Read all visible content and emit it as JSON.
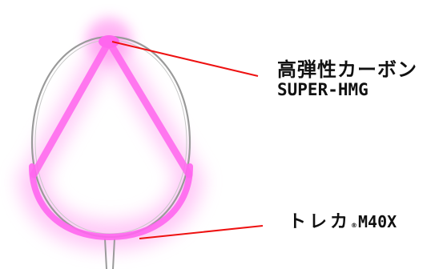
{
  "callouts": {
    "top": {
      "line1": "高弾性カーボン",
      "line2": "SUPER-HMG"
    },
    "bottom": {
      "prefix": "トレカ",
      "reg": "®",
      "code": "M40X"
    }
  },
  "colors": {
    "frame": "#9a9a9a",
    "highlight": "#ff66ee",
    "glow": "#ff99f0",
    "leader": "#ee1111",
    "text": "#111111"
  }
}
